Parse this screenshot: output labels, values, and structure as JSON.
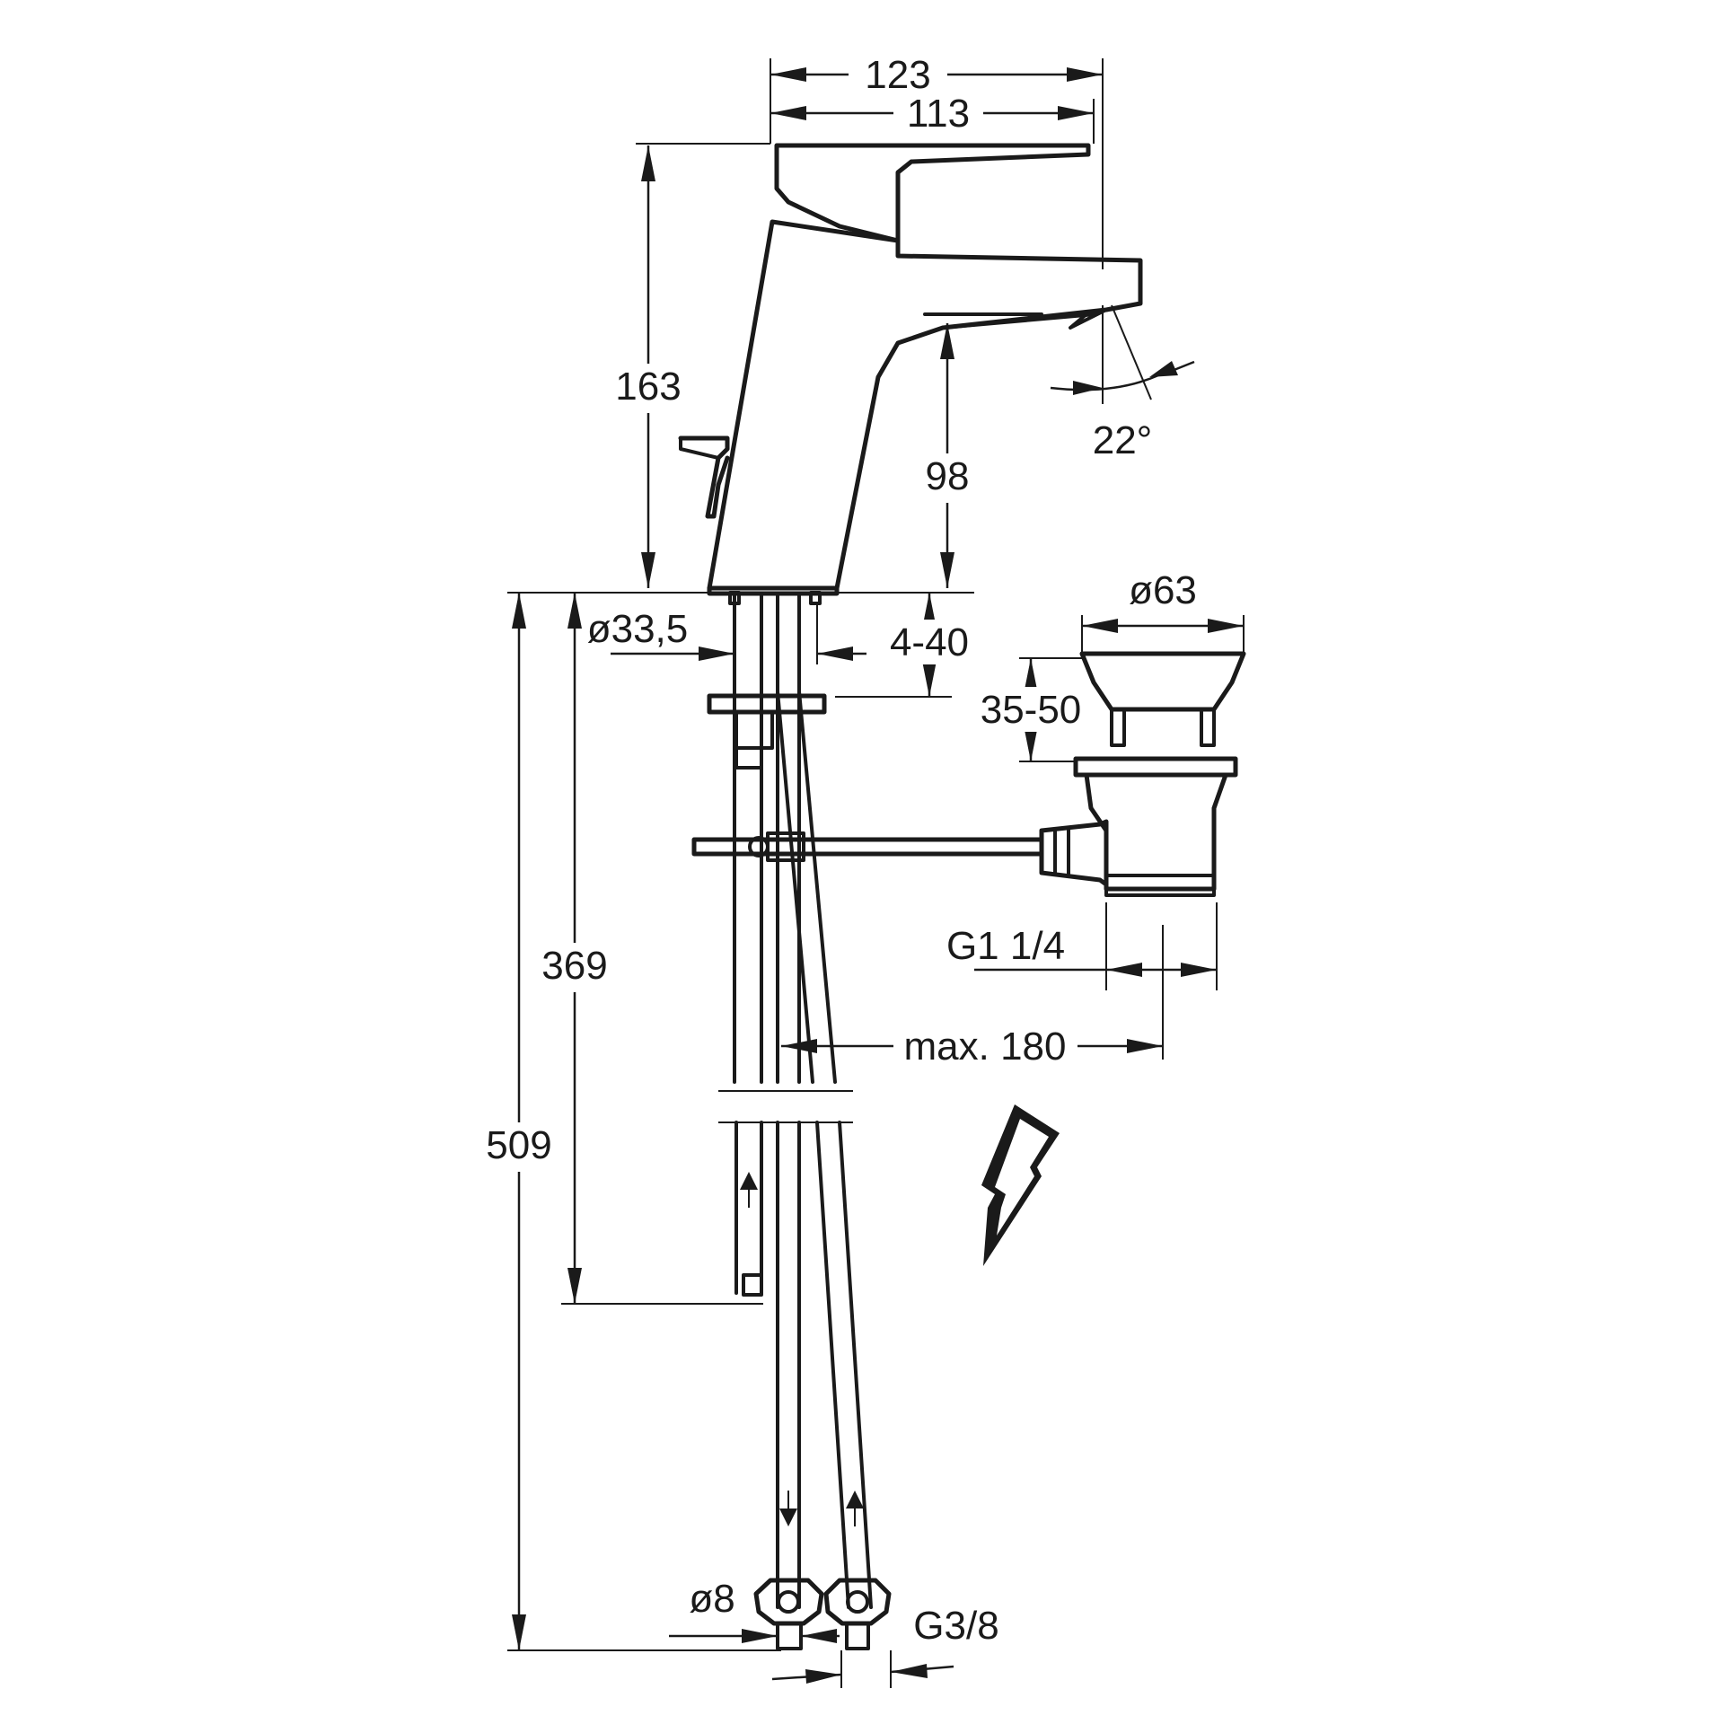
{
  "dimensions": {
    "width_overall": "123",
    "width_spout": "113",
    "height_total": "163",
    "spout_height": "98",
    "spout_angle": "22°",
    "hole_diameter": "ø33,5",
    "deck_thickness": "4-40",
    "waste_diameter": "ø63",
    "waste_height": "35-50",
    "waste_thread": "G1 1/4",
    "pull_rod_max": "max. 180",
    "rod_length": "369",
    "hose_length": "509",
    "hose_diameter": "ø8",
    "hose_thread": "G3/8"
  },
  "symbols": {
    "electric": "lightning-bolt-icon",
    "flow_arrows": "flow-direction-arrow-icon"
  },
  "colors": {
    "line": "#1a1a1a",
    "background": "#ffffff"
  }
}
